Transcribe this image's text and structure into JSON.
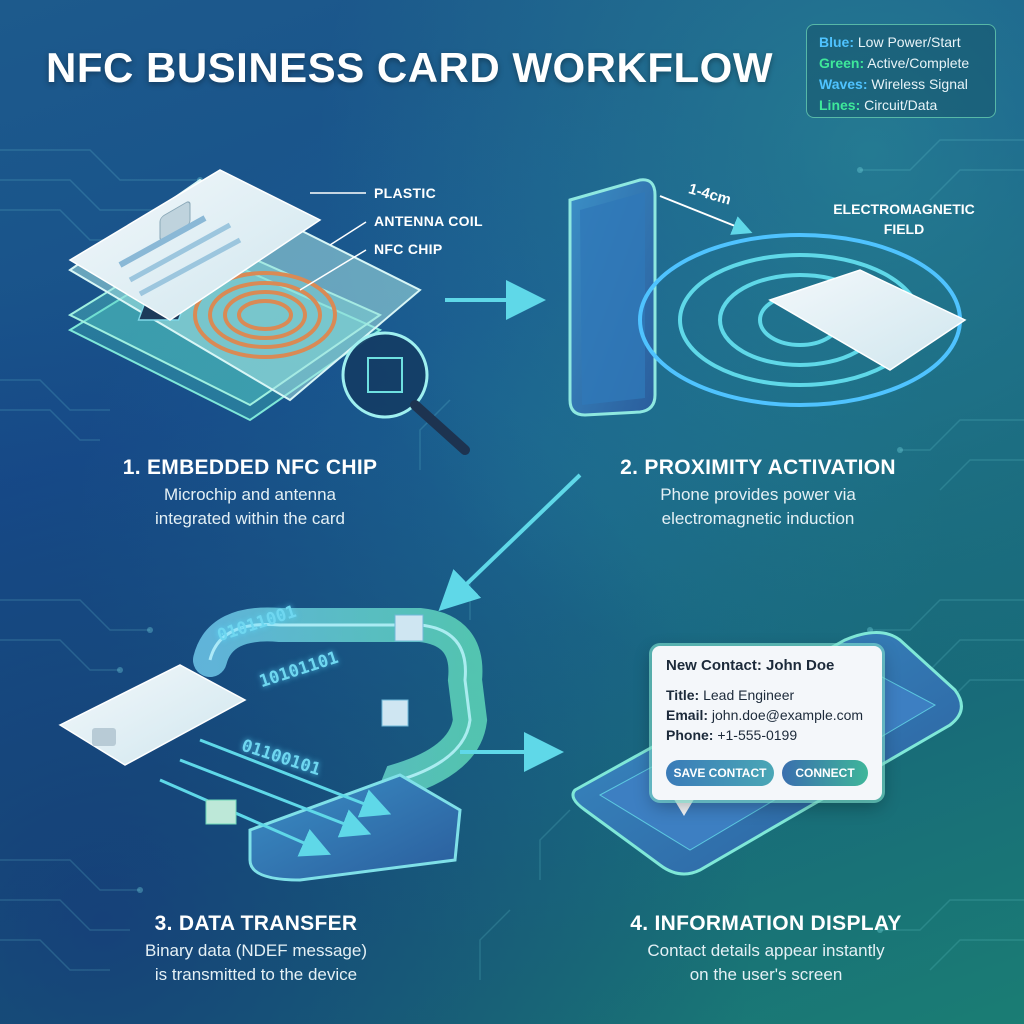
{
  "title": "NFC BUSINESS CARD WORKFLOW",
  "legend": [
    {
      "key": "Blue:",
      "value": "Low Power/Start",
      "color": "#4fc3ff"
    },
    {
      "key": "Green:",
      "value": "Active/Complete",
      "color": "#3ee89a"
    },
    {
      "key": "Waves:",
      "value": "Wireless Signal",
      "color": "#4fc3ff"
    },
    {
      "key": "Lines:",
      "value": "Circuit/Data",
      "color": "#3ee89a"
    }
  ],
  "card_callouts": {
    "plastic": "PLASTIC",
    "antenna": "ANTENNA COIL",
    "chip": "NFC CHIP"
  },
  "distance_label": "1-4cm",
  "em_field_label": "ELECTROMAGNETIC FIELD",
  "binary": [
    "01011001",
    "10101101",
    "01100101"
  ],
  "steps": [
    {
      "title": "1. EMBEDDED NFC CHIP",
      "desc1": "Microchip and antenna",
      "desc2": "integrated within the card"
    },
    {
      "title": "2. PROXIMITY ACTIVATION",
      "desc1": "Phone provides power via",
      "desc2": "electromagnetic induction"
    },
    {
      "title": "3. DATA TRANSFER",
      "desc1": "Binary data (NDEF message)",
      "desc2": "is transmitted to the device"
    },
    {
      "title": "4. INFORMATION DISPLAY",
      "desc1": "Contact details appear instantly",
      "desc2": "on the user's screen"
    }
  ],
  "contact": {
    "header": "New Contact: John Doe",
    "title_key": "Title:",
    "title_val": "Lead Engineer",
    "email_key": "Email:",
    "email_val": "john.doe@example.com",
    "phone_key": "Phone:",
    "phone_val": "+1-555-0199",
    "save_label": "SAVE CONTACT",
    "connect_label": "CONNECT"
  },
  "colors": {
    "accent_blue": "#4fc3ff",
    "accent_green": "#3ee89a",
    "copper": "#d98a55"
  }
}
